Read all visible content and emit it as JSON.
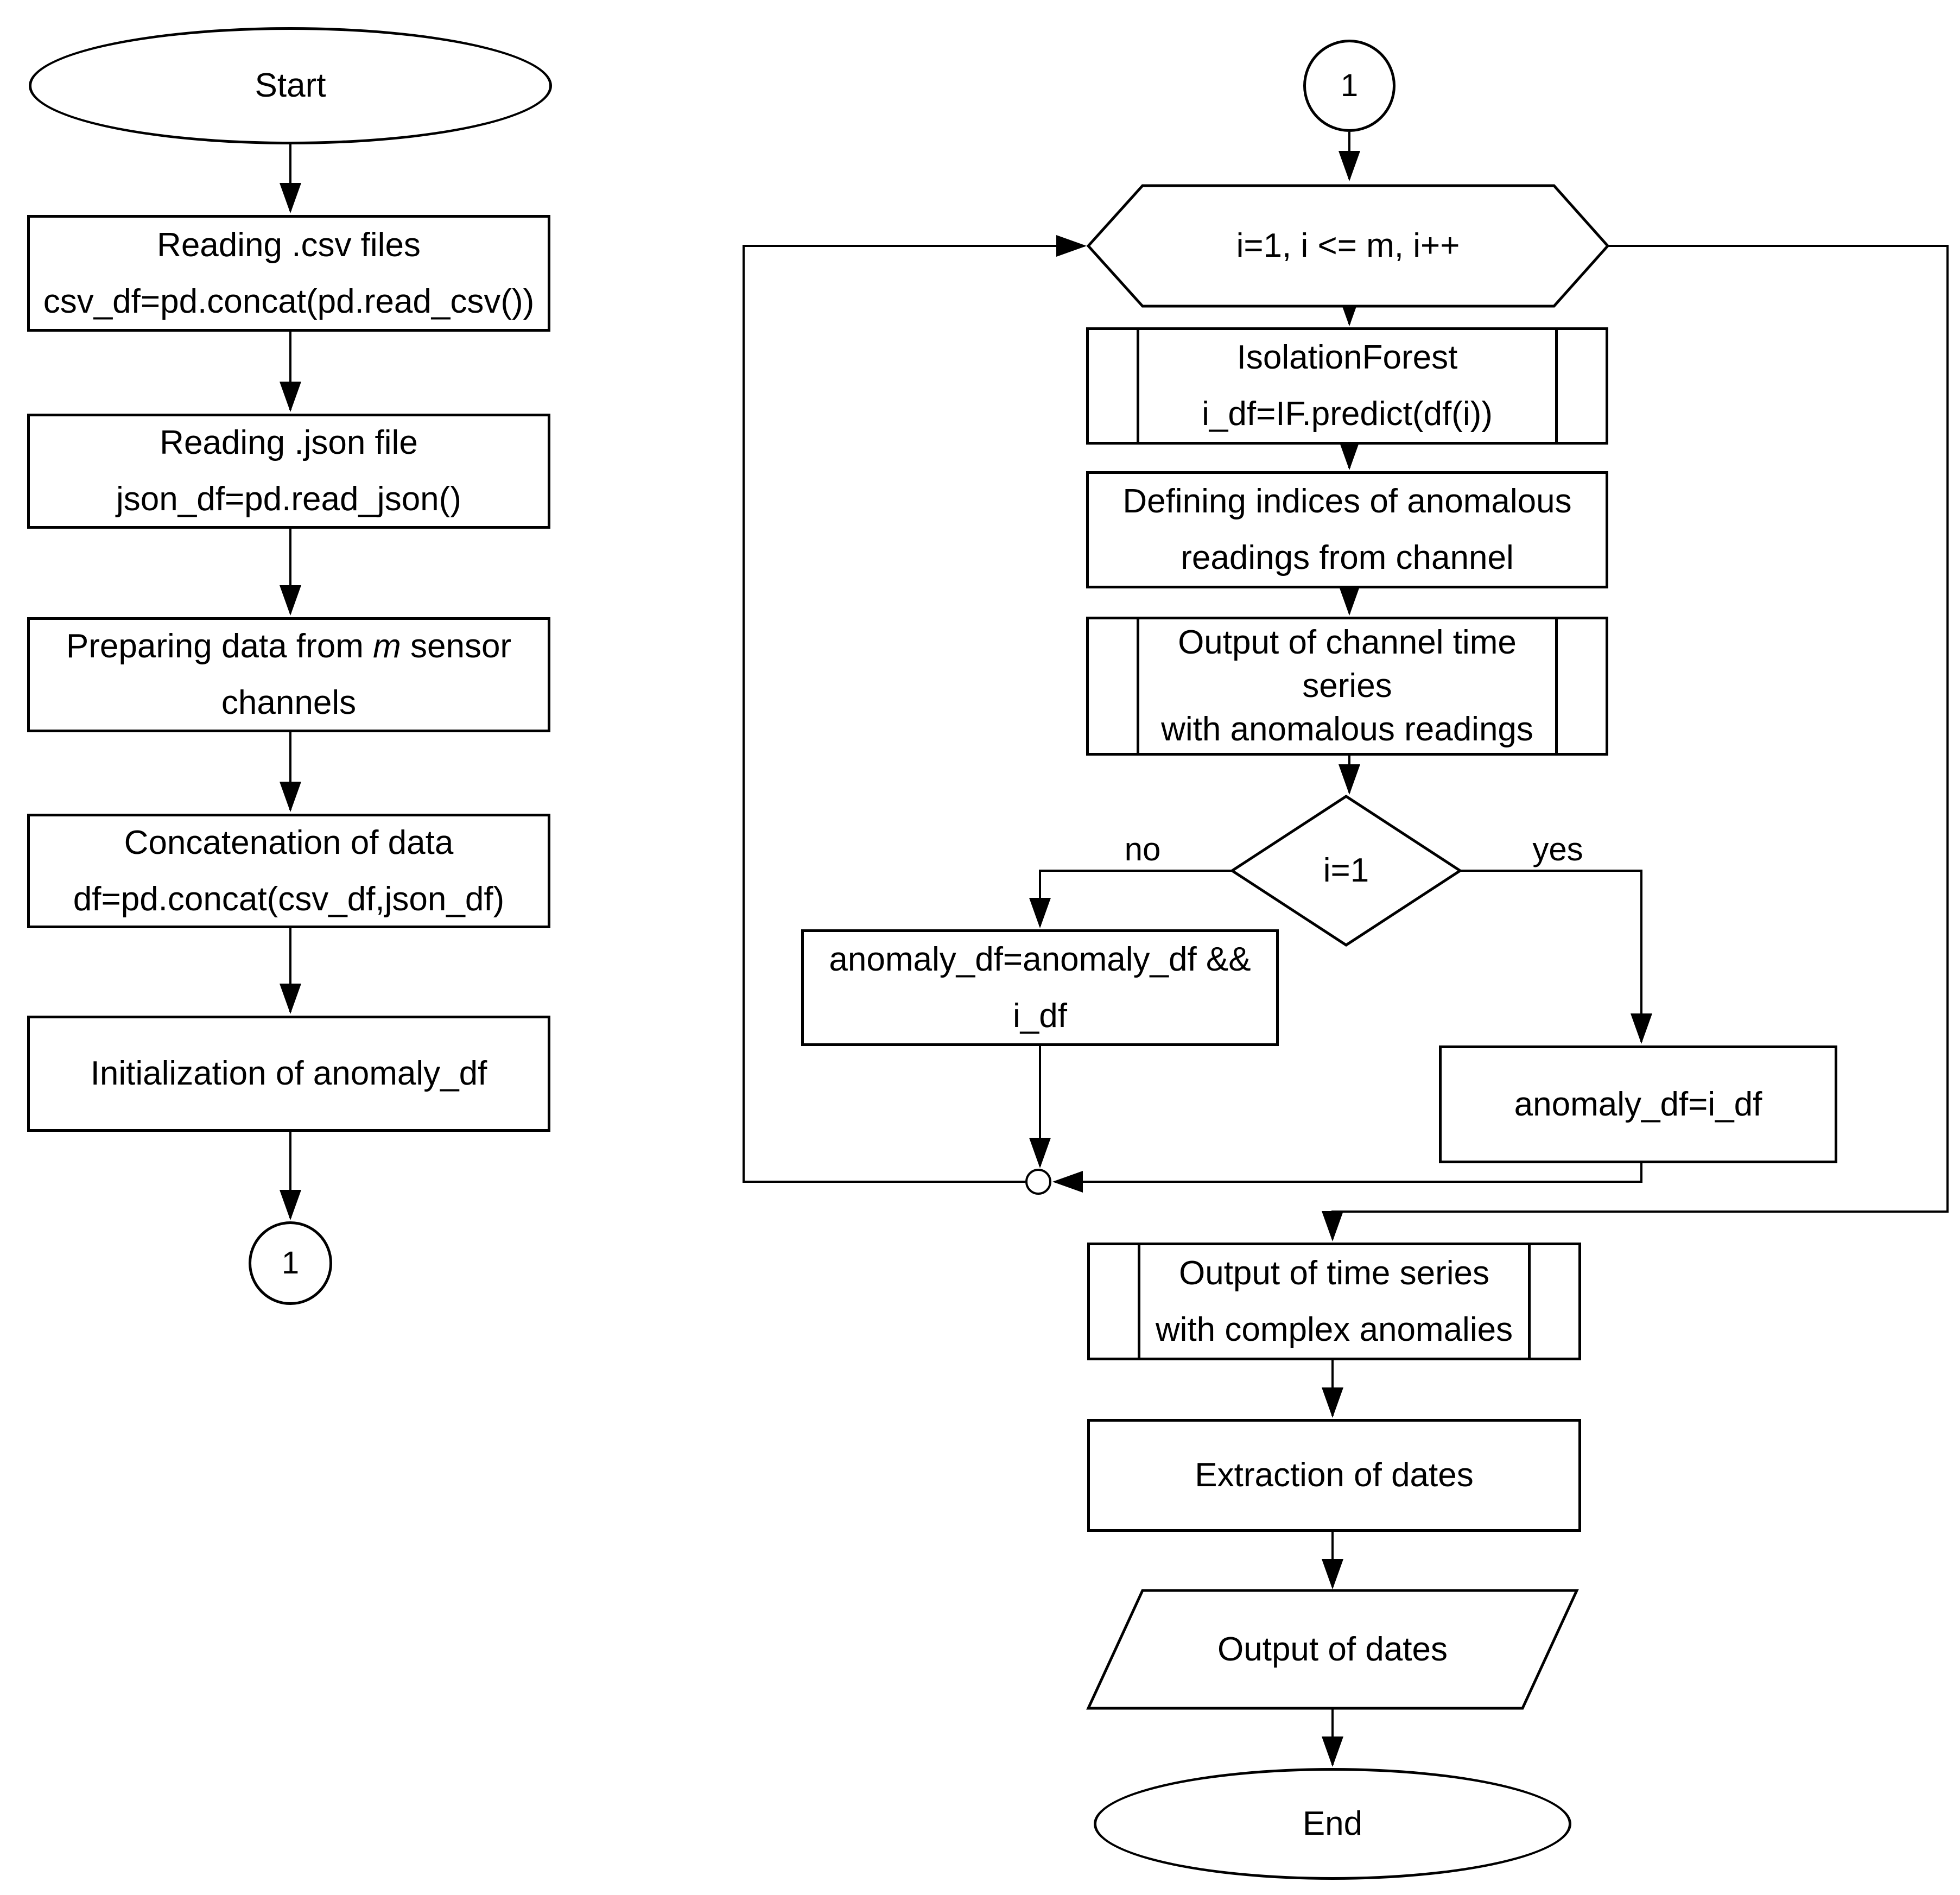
{
  "title": "Anomaly detection data-processing flowchart",
  "colors": {
    "stroke": "#000000",
    "background": "#ffffff"
  },
  "nodes": {
    "start": {
      "type": "terminator",
      "label": "Start"
    },
    "read_csv": {
      "type": "process",
      "l1": "Reading .csv files",
      "l2": "csv_df=pd.concat(pd.read_csv())"
    },
    "read_json": {
      "type": "process",
      "l1": "Reading .json file",
      "l2": "json_df=pd.read_json()"
    },
    "prepare": {
      "type": "process",
      "l1a": "Preparing data from",
      "l1b": "m",
      "l1c": "sensor",
      "l2": "channels"
    },
    "concat": {
      "type": "process",
      "l1": "Concatenation of data",
      "l2": "df=pd.concat(csv_df,json_df)"
    },
    "init": {
      "type": "process",
      "label": "Initialization of anomaly_df"
    },
    "connector_out": {
      "type": "connector",
      "label": "1"
    },
    "connector_in": {
      "type": "connector",
      "label": "1"
    },
    "loop": {
      "type": "loop-limit",
      "label": "i=1, i <= m, i++"
    },
    "isolation_forest": {
      "type": "predefined-process",
      "l1": "IsolationForest",
      "l2": "i_df=IF.predict(df(i))"
    },
    "defining_indices": {
      "type": "process",
      "l1": "Defining indices of anomalous",
      "l2": "readings from channel"
    },
    "output_channel": {
      "type": "predefined-process",
      "l1": "Output of channel time",
      "l2": "series",
      "l3": "with anomalous readings"
    },
    "decision": {
      "type": "decision",
      "label": "i=1"
    },
    "no_box": {
      "type": "process",
      "l1": "anomaly_df=anomaly_df &&",
      "l2": "i_df"
    },
    "yes_box": {
      "type": "process",
      "label": "anomaly_df=i_df"
    },
    "output_ts": {
      "type": "predefined-process",
      "l1": "Output of time series",
      "l2": "with complex anomalies"
    },
    "extraction": {
      "type": "process",
      "label": "Extraction of dates"
    },
    "output_dates": {
      "type": "data",
      "label": "Output of dates"
    },
    "end": {
      "type": "terminator",
      "label": "End"
    }
  },
  "edges": {
    "no_label": "no",
    "yes_label": "yes"
  }
}
